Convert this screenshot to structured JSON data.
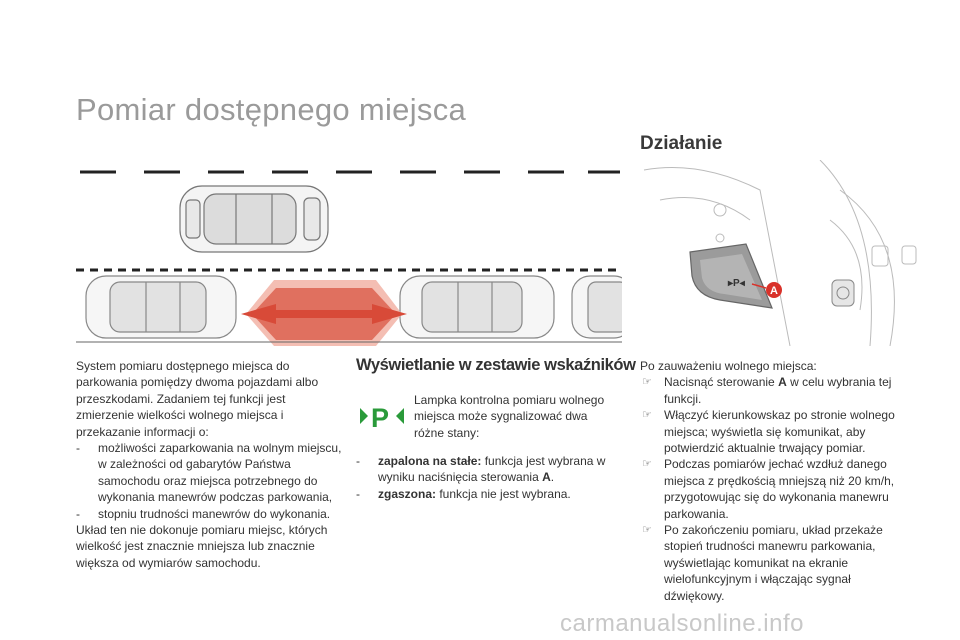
{
  "page": {
    "title": "Pomiar dostępnego miejsca",
    "section_dzialanie": "Działanie",
    "section_wyswietlanie": "Wyświetlanie w zestawie wskaźników"
  },
  "left": {
    "intro": "System pomiaru dostępnego miejsca do parkowania pomiędzy dwoma pojazdami albo przeszkodami. Zadaniem tej funkcji jest zmierzenie wielkości wolnego miejsca i przekazanie informacji o:",
    "items": [
      "możliwości zaparkowania na wolnym miejscu, w zależności od gabarytów Państwa samochodu oraz miejsca potrzebnego do wykonania manewrów podczas parkowania,",
      "stopniu trudności manewrów do wykonania."
    ],
    "outro": "Układ ten nie dokonuje pomiaru miejsc, których wielkość jest znacznie mniejsza lub znacznie większa od wymiarów samochodu."
  },
  "middle": {
    "lamp_description": "Lampka kontrolna pomiaru wolnego miejsca może sygnalizować dwa różne stany:",
    "states": [
      {
        "label": "zapalona na stałe:",
        "text": " funkcja jest wybrana w wyniku naciśnięcia sterowania ",
        "control": "A",
        "end": "."
      },
      {
        "label": "zgaszona:",
        "text": " funkcja nie jest wybrana.",
        "control": "",
        "end": ""
      }
    ]
  },
  "right": {
    "intro": "Po zauważeniu wolnego miejsca:",
    "steps": [
      {
        "pre": "Nacisnąć sterowanie ",
        "bold": "A",
        "post": " w celu wybrania tej funkcji."
      },
      {
        "pre": "Włączyć kierunkowskaz po stronie wolnego miejsca; wyświetla się komunikat, aby potwierdzić aktualnie trwający pomiar.",
        "bold": "",
        "post": ""
      },
      {
        "pre": "Podczas pomiarów jechać wzdłuż danego miejsca z prędkością mniejszą niż 20 km/h, przygotowując się do wykonania manewru parkowania.",
        "bold": "",
        "post": ""
      },
      {
        "pre": "Po zakończeniu pomiaru, układ przekaże stopień trudności manewru parkowania, wyświetlając komunikat na ekranie wielofunkcyjnym i włączając sygnał dźwiękowy.",
        "bold": "",
        "post": ""
      }
    ]
  },
  "dash_mark": "-",
  "step_mark": "☞",
  "dashboard_label": "A",
  "lamp_icon_letter": "P",
  "watermark": "carmanualsonline.info",
  "colors": {
    "title": "#9a9a9a",
    "lamp_green": "#2a9a3a",
    "label_red": "#d9322a",
    "arrow_red": "#e0705f"
  }
}
